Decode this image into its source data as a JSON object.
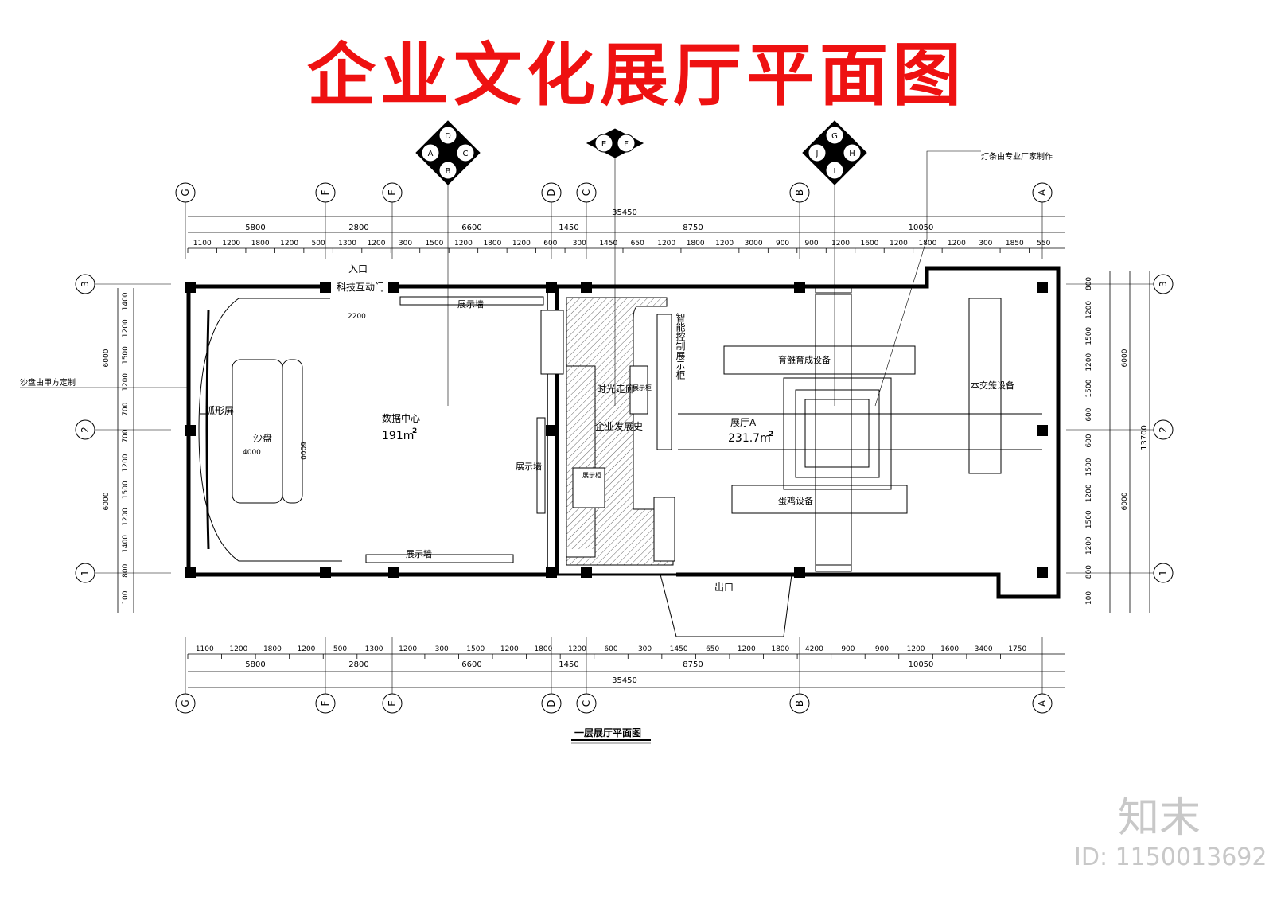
{
  "title": "企业文化展厅平面图",
  "subtitle": "一层展厅平面图",
  "axes": {
    "columns": [
      "G",
      "F",
      "E",
      "D",
      "C",
      "B",
      "A"
    ],
    "rows": [
      "3",
      "2",
      "1"
    ]
  },
  "dimensions": {
    "top_total": "35450",
    "top_segments": [
      "5800",
      "2800",
      "6600",
      "1450",
      "8750",
      "10050"
    ],
    "top_details": [
      "1100",
      "1200",
      "1800",
      "1200",
      "500",
      "1300",
      "1200",
      "300",
      "1500",
      "1200",
      "1800",
      "1200",
      "600",
      "300",
      "1450",
      "650",
      "1200",
      "1800",
      "1200",
      "3000",
      "900",
      "900",
      "1200",
      "1600",
      "1200",
      "1800",
      "1200",
      "300",
      "1850",
      "550"
    ],
    "bottom_details": [
      "1100",
      "1200",
      "1800",
      "1200",
      "500",
      "1300",
      "1200",
      "300",
      "1500",
      "1200",
      "1800",
      "1200",
      "600",
      "300",
      "1450",
      "650",
      "1200",
      "1800",
      "4200",
      "900",
      "900",
      "1200",
      "1600",
      "3400",
      "1750"
    ],
    "bottom_segments": [
      "5800",
      "2800",
      "6600",
      "1450",
      "8750",
      "10050"
    ],
    "bottom_total": "35450",
    "left_rows": [
      "1400",
      "1200",
      "1500",
      "1200",
      "700",
      "700",
      "1200",
      "1500",
      "1200",
      "1400",
      "800",
      "100"
    ],
    "left_spans": [
      "6000",
      "6000"
    ],
    "right_rows": [
      "800",
      "1200",
      "1500",
      "1200",
      "1500",
      "600",
      "600",
      "1500",
      "1200",
      "1500",
      "1200",
      "800",
      "100"
    ],
    "right_spans": [
      "6000",
      "6000"
    ],
    "right_total": "13700"
  },
  "rooms": {
    "entrance": "入口",
    "tech_door": "科技互动门",
    "door_width": "2200",
    "exhibit_wall_top": "展示墙",
    "exhibit_wall_right": "展示墙",
    "exhibit_wall_bottom": "展示墙",
    "data_center": "数据中心",
    "data_center_area": "191m",
    "arc_screen": "弧形屏",
    "sand_table": "沙盘",
    "sand_w": "4000",
    "sand_h": "6000",
    "time_corridor": "时光走廊",
    "history": "企业发展史",
    "smart_cabinet": "智能控制展示柜",
    "hall_a": "展厅A",
    "hall_a_area": "231.7m",
    "equip_1": "育雏育成设备",
    "equip_2": "本交笼设备",
    "equip_3": "蛋鸡设备",
    "showcase": "展示柜",
    "exit": "出口",
    "sand_note": "沙盘由甲方定制",
    "light_note": "灯条由专业厂家制作"
  },
  "views": {
    "v1": [
      "D",
      "A",
      "C",
      "B"
    ],
    "v2": [
      "E",
      "F"
    ],
    "v3": [
      "G",
      "J",
      "H",
      "I"
    ]
  },
  "watermark": {
    "logo": "知末",
    "id": "ID: 1150013692"
  }
}
